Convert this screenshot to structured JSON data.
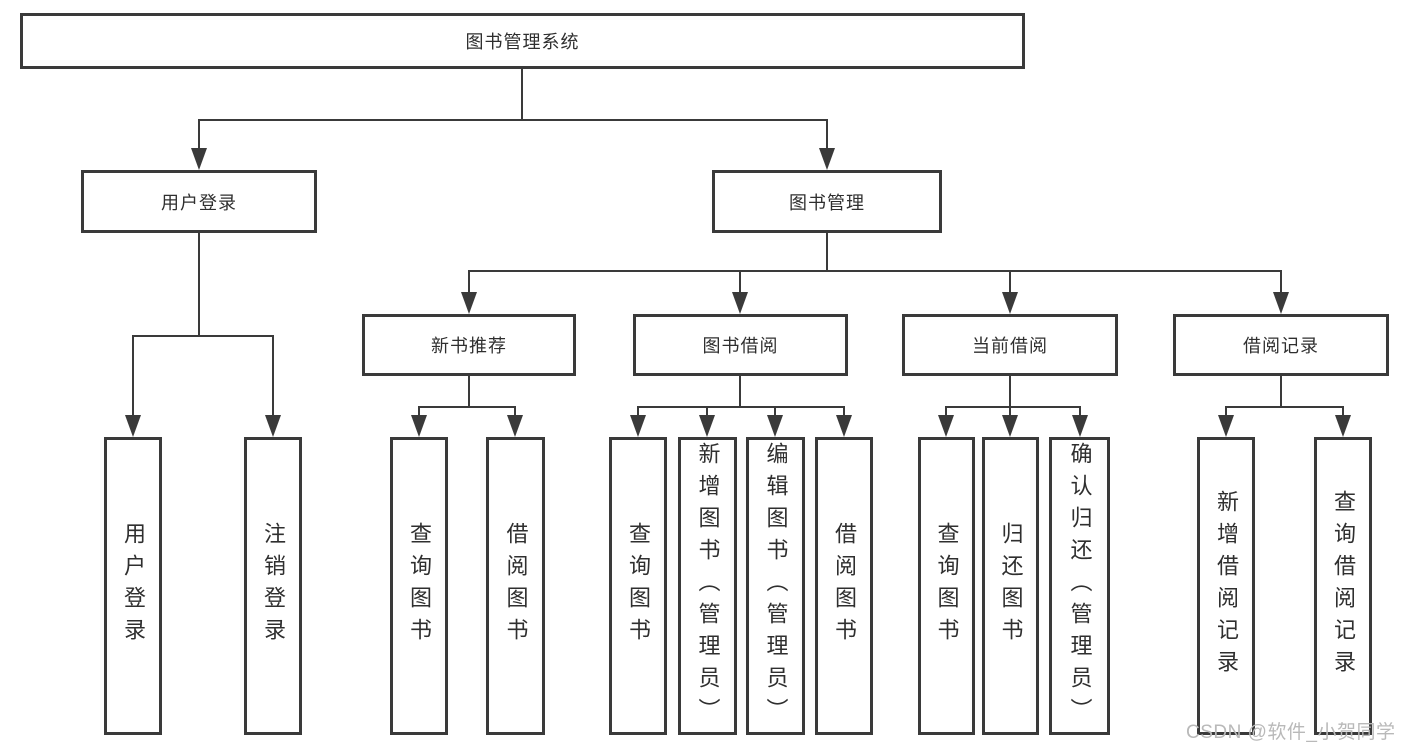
{
  "diagram": {
    "root": {
      "label": "图书管理系统"
    },
    "level2": {
      "user_login": {
        "label": "用户登录"
      },
      "book_management": {
        "label": "图书管理"
      }
    },
    "level3": {
      "new_books": {
        "label": "新书推荐"
      },
      "book_borrowing": {
        "label": "图书借阅"
      },
      "current_borrowing": {
        "label": "当前借阅"
      },
      "borrowing_records": {
        "label": "借阅记录"
      }
    },
    "leaves": {
      "user_login": [
        "用户登录",
        "注销登录"
      ],
      "new_books": [
        "查询图书",
        "借阅图书"
      ],
      "book_borrowing": [
        "查询图书",
        "新增图书（管理员）",
        "编辑图书（管理员）",
        "借阅图书"
      ],
      "current_borrowing": [
        "查询图书",
        "归还图书",
        "确认归还（管理员）"
      ],
      "borrowing_records": [
        "新增借阅记录",
        "查询借阅记录"
      ]
    }
  },
  "watermark": {
    "text": "CSDN @软件_小贺同学"
  },
  "colors": {
    "line": "#3a3a3a",
    "border": "#3a3a3a",
    "text": "#2f2f2f",
    "watermark": "#b9b9b9",
    "background": "#ffffff"
  }
}
